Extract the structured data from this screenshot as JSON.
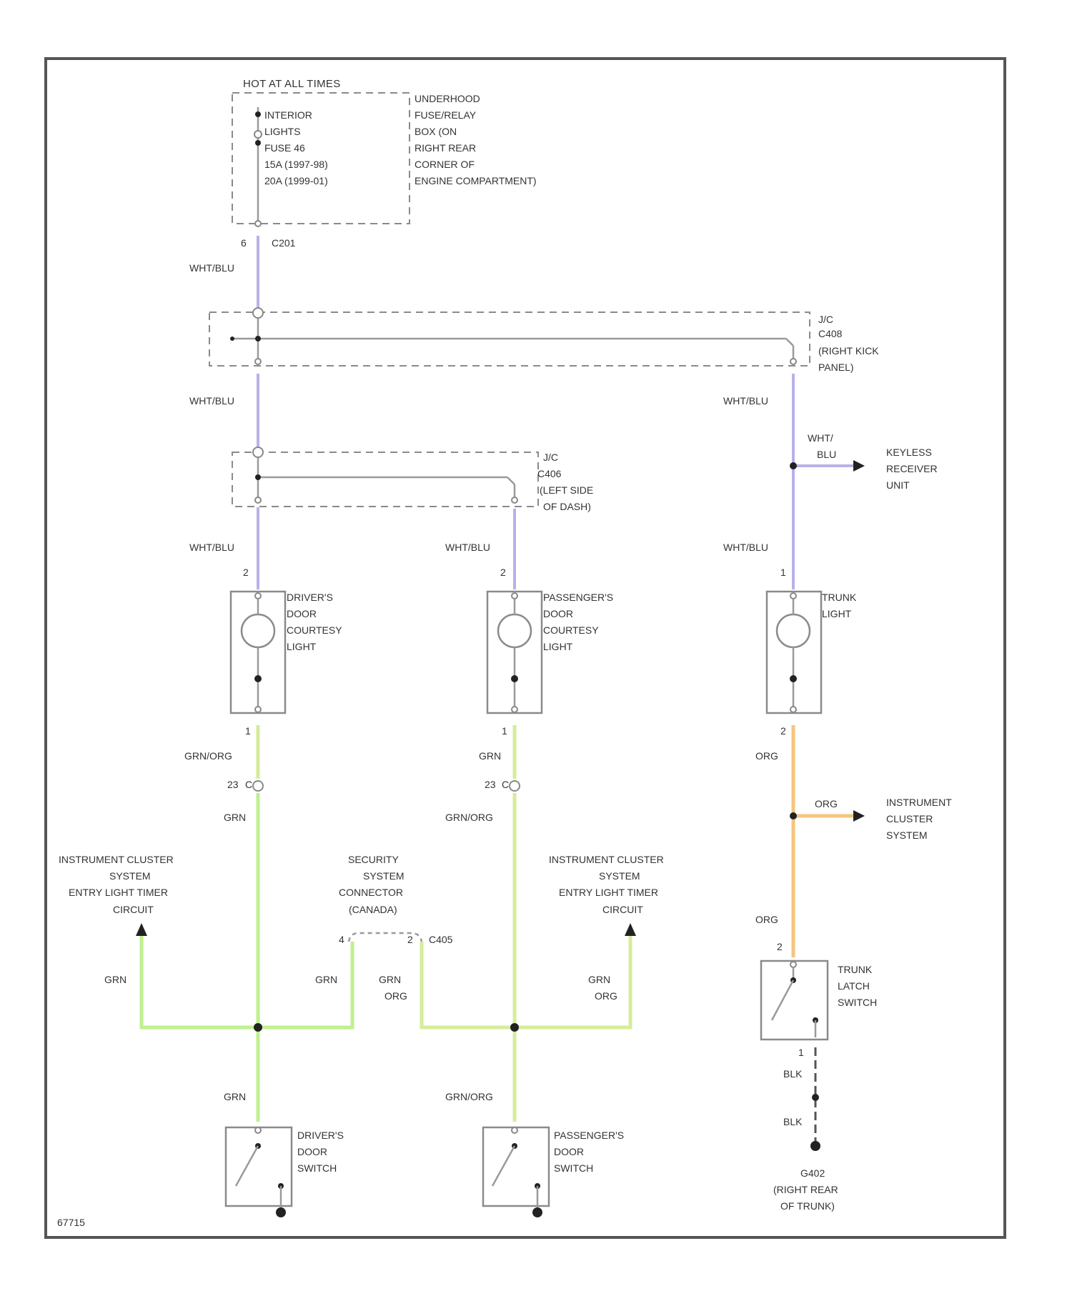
{
  "fuse_box": {
    "header": "HOT AT ALL TIMES",
    "fuse_lines": [
      "INTERIOR",
      "LIGHTS",
      "FUSE 46",
      "15A (1997-98)",
      "20A (1999-01)"
    ],
    "location_lines": [
      "UNDERHOOD",
      "FUSE/RELAY",
      "BOX (ON",
      "RIGHT REAR",
      "CORNER OF",
      "ENGINE COMPARTMENT)"
    ],
    "pin": "6",
    "connector": "C201"
  },
  "junction_right": {
    "lines": [
      "J/C",
      "C408",
      "(RIGHT KICK",
      "PANEL)"
    ]
  },
  "junction_left": {
    "lines": [
      "J/C",
      "C406",
      "(LEFT SIDE",
      "OF DASH)"
    ]
  },
  "wire_labels": {
    "wht_blu": "WHT/BLU",
    "wht_blu_split": [
      "WHT/",
      "BLU"
    ],
    "grn_org": "GRN/ORG",
    "grn": "GRN",
    "org": "ORG",
    "blk": "BLK"
  },
  "keyless": {
    "lines": [
      "KEYLESS",
      "RECEIVER",
      "UNIT"
    ]
  },
  "lights": {
    "driver": {
      "pin_top": "2",
      "pin_bottom": "1",
      "lines": [
        "DRIVER'S",
        "DOOR",
        "COURTESY",
        "LIGHT"
      ]
    },
    "passenger": {
      "pin_top": "2",
      "pin_bottom": "1",
      "lines": [
        "PASSENGER'S",
        "DOOR",
        "COURTESY",
        "LIGHT"
      ]
    },
    "trunk": {
      "pin_top": "1",
      "pin_bottom": "2",
      "lines": [
        "TRUNK",
        "LIGHT"
      ]
    }
  },
  "connector_c_left": {
    "pin": "23",
    "sym": "C"
  },
  "connector_c_right": {
    "pin": "23",
    "sym": "C"
  },
  "instr_cluster_left": {
    "lines": [
      "INSTRUMENT CLUSTER",
      "SYSTEM",
      "ENTRY LIGHT TIMER",
      "CIRCUIT"
    ]
  },
  "instr_cluster_right": {
    "lines": [
      "INSTRUMENT CLUSTER",
      "SYSTEM",
      "ENTRY LIGHT TIMER",
      "CIRCUIT"
    ]
  },
  "security": {
    "lines": [
      "SECURITY",
      "SYSTEM",
      "CONNECTOR",
      "(CANADA)"
    ],
    "pin_left": "4",
    "pin_right": "2",
    "connector": "C405"
  },
  "instr_cluster_trunk": {
    "lines": [
      "INSTRUMENT",
      "CLUSTER",
      "SYSTEM"
    ]
  },
  "trunk_latch": {
    "pin_top": "2",
    "pin_bottom": "1",
    "lines": [
      "TRUNK",
      "LATCH",
      "SWITCH"
    ]
  },
  "door_switch_driver": {
    "lines": [
      "DRIVER'S",
      "DOOR",
      "SWITCH"
    ]
  },
  "door_switch_passenger": {
    "lines": [
      "PASSENGER'S",
      "DOOR",
      "SWITCH"
    ]
  },
  "ground": {
    "lines": [
      "G402",
      "(RIGHT REAR",
      "OF TRUNK)"
    ]
  },
  "figure_id": "67715",
  "colors": {
    "wht_blu_wire": "#b7b2e8",
    "grn_wire": "#bff08e",
    "grn_org_wire": "#d6ec9a",
    "org_wire": "#f5c57d",
    "blk_wire": "#555555"
  }
}
